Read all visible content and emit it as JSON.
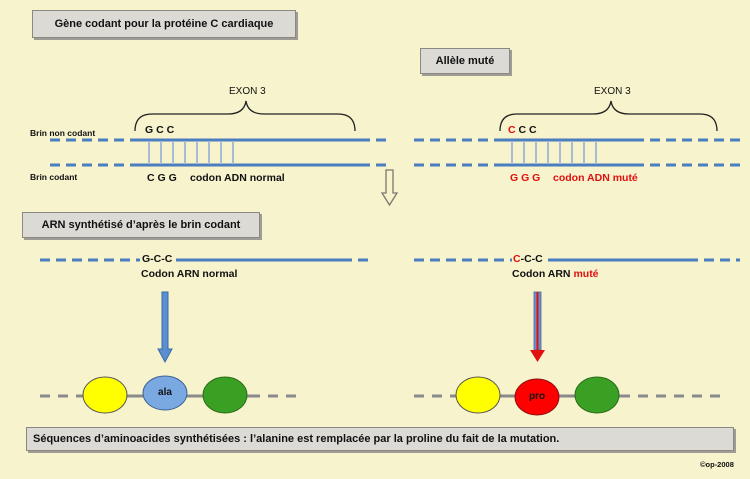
{
  "title_box": "Gène codant pour la protéine C cardiaque",
  "mutated_allele_box": "Allèle muté",
  "left_diagram": {
    "exon_label": "EXON 3",
    "strand_noncoding_label": "Brin non codant",
    "strand_coding_label": "Brin codant",
    "top_codon": "G C C",
    "bottom_codon": "C G G",
    "bottom_caption": "codon ADN normal"
  },
  "right_diagram": {
    "exon_label": "EXON 3",
    "top_codon_first": "C",
    "top_codon_rest": " C C",
    "bottom_codon_first": "G",
    "bottom_codon_rest": " G G",
    "bottom_caption": "codon ADN muté"
  },
  "rna_box": "ARN synthétisé d’après le brin codant",
  "rna_left": {
    "codon": "G-C-C",
    "caption": "Codon ARN normal"
  },
  "rna_right": {
    "codon_first": "C",
    "codon_rest": "-C-C",
    "caption_prefix": "Codon ARN ",
    "caption_mutated": "muté"
  },
  "amino_left": "ala",
  "amino_right": "pro",
  "bottom_box": "Séquences d’aminoacides synthétisées : l’alanine est remplacée par la proline du fait de la mutation.",
  "copyright": "©op-2008",
  "colors": {
    "background": "#f6f3cd",
    "strand_blue": "#4a7ec0",
    "yellow": "#ffff00",
    "green": "#3aa023",
    "red": "#ff0000",
    "ala_blue": "#7aa8e0",
    "mutation_red": "#e01010"
  }
}
